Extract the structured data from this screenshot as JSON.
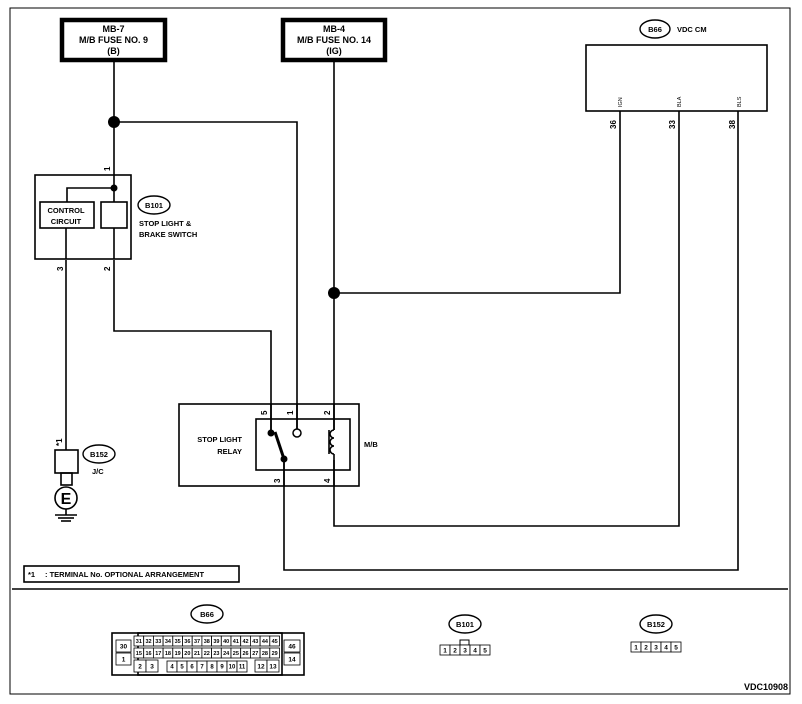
{
  "fuses": {
    "mb7": {
      "line1": "MB-7",
      "line2": "M/B FUSE NO. 9",
      "line3": "(B)"
    },
    "mb4": {
      "line1": "MB-4",
      "line2": "M/B FUSE NO. 14",
      "line3": "(IG)"
    }
  },
  "vdc": {
    "code": "B66",
    "name": "VDC CM",
    "pins": [
      {
        "label": "IGN",
        "num": "36"
      },
      {
        "label": "BLA",
        "num": "33"
      },
      {
        "label": "BLS",
        "num": "38"
      }
    ]
  },
  "switch": {
    "code": "B101",
    "name1": "STOP LIGHT &",
    "name2": "BRAKE SWITCH",
    "control1": "CONTROL",
    "control2": "CIRCUIT",
    "pin1": "1",
    "pin2": "2",
    "pin3": "3"
  },
  "relay": {
    "name1": "STOP LIGHT",
    "name2": "RELAY",
    "location": "M/B",
    "pin5": "5",
    "pin1": "1",
    "pin2": "2",
    "pin3": "3",
    "pin4": "4"
  },
  "jc": {
    "code": "B152",
    "name": "J/C",
    "mark": "*1",
    "ground": "E"
  },
  "note": {
    "mark": "*1",
    "text": ": TERMINAL No. OPTIONAL ARRANGEMENT"
  },
  "connectors": {
    "b66": {
      "code": "B66",
      "left_top": "30",
      "left_bottom": "1",
      "row1": [
        "31",
        "32",
        "33",
        "34",
        "35",
        "36",
        "37",
        "38",
        "39",
        "40",
        "41",
        "42",
        "43",
        "44",
        "45"
      ],
      "row2": [
        "15",
        "16",
        "17",
        "18",
        "19",
        "20",
        "21",
        "22",
        "23",
        "24",
        "25",
        "26",
        "27",
        "28",
        "29"
      ],
      "row3a": [
        "2",
        "3"
      ],
      "row3b": [
        "4",
        "5",
        "6",
        "7",
        "8",
        "9",
        "10",
        "11"
      ],
      "row3c": [
        "12",
        "13"
      ],
      "right_top": "46",
      "right_bottom": "14"
    },
    "b101": {
      "code": "B101",
      "pins": [
        "1",
        "2",
        "3",
        "4",
        "5"
      ]
    },
    "b152": {
      "code": "B152",
      "pins": [
        "1",
        "2",
        "3",
        "4",
        "5"
      ]
    }
  },
  "figure_id": "VDC10908"
}
